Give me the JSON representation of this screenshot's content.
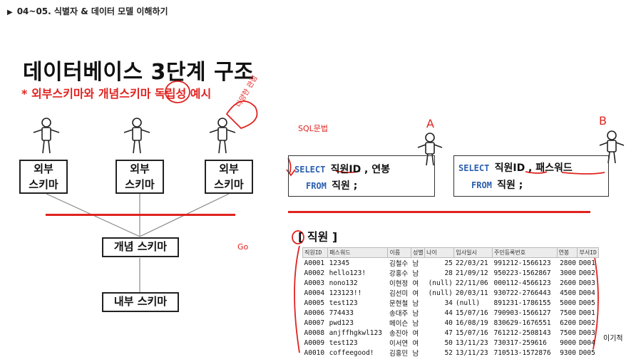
{
  "header": {
    "title": "04~05. 식별자 & 데이터 모델 이해하기"
  },
  "slide": {
    "title": "데이터베이스 3단계 구조",
    "subtitle": "* 외부스키마와 개념스키마 독립성 예시"
  },
  "schemas": {
    "external": [
      {
        "line1": "외부",
        "line2": "스키마"
      },
      {
        "line1": "외부",
        "line2": "스키마"
      },
      {
        "line1": "외부",
        "line2": "스키마"
      }
    ],
    "conceptual": "개념 스키마",
    "internal": "내부 스키마"
  },
  "sql": {
    "query_a": {
      "select": "SELECT",
      "cols": "직원ID , 연봉",
      "from": "FROM",
      "table": "직원 ;"
    },
    "query_b": {
      "select": "SELECT",
      "cols": "직원ID , 패스워드",
      "from": "FROM",
      "table": "직원 ;"
    }
  },
  "annotations": {
    "user_a": "A",
    "user_b": "B",
    "sql_grammar": "SQL문법",
    "various_views": "다양한 관점",
    "go": "Go"
  },
  "table": {
    "title": "[ 직원 ]",
    "headers": [
      "직원ID",
      "패스워드",
      "이름",
      "성별",
      "나이",
      "입사일시",
      "주민등록번호",
      "연봉",
      "부서ID"
    ],
    "rows": [
      [
        "A0001",
        "12345",
        "김철수",
        "남",
        "25",
        "22/03/21",
        "991212-1566123",
        "2800",
        "D001"
      ],
      [
        "A0002",
        "hello123!",
        "강홍수",
        "남",
        "28",
        "21/09/12",
        "950223-1562867",
        "3000",
        "D002"
      ],
      [
        "A0003",
        "nono132",
        "이현정",
        "여",
        "(null)",
        "22/11/06",
        "000112-4566123",
        "2600",
        "D003"
      ],
      [
        "A0004",
        "123123!!",
        "김선미",
        "여",
        "(null)",
        "20/03/11",
        "930722-2766443",
        "4500",
        "D004"
      ],
      [
        "A0005",
        "test123",
        "문현철",
        "남",
        "34",
        "(null)",
        "891231-1786155",
        "5000",
        "D005"
      ],
      [
        "A0006",
        "774433",
        "송대주",
        "남",
        "44",
        "15/07/16",
        "790903-1566127",
        "7500",
        "D001"
      ],
      [
        "A0007",
        "pwd123",
        "메이슨",
        "남",
        "40",
        "16/08/19",
        "830629-1676551",
        "6200",
        "D002"
      ],
      [
        "A0008",
        "anjffhgkwl123",
        "송진아",
        "여",
        "47",
        "15/07/16",
        "761212-2508143",
        "7500",
        "D003"
      ],
      [
        "A0009",
        "test123",
        "이서연",
        "여",
        "50",
        "13/11/23",
        "730317-259616",
        "9000",
        "D004"
      ],
      [
        "A0010",
        "coffeegood!",
        "김홍민",
        "남",
        "52",
        "13/11/23",
        "710513-1572876",
        "9300",
        "D005"
      ]
    ]
  },
  "watermark": "이기적",
  "colors": {
    "accent_red": "#e0231f",
    "keyword_blue": "#2a5fae"
  }
}
